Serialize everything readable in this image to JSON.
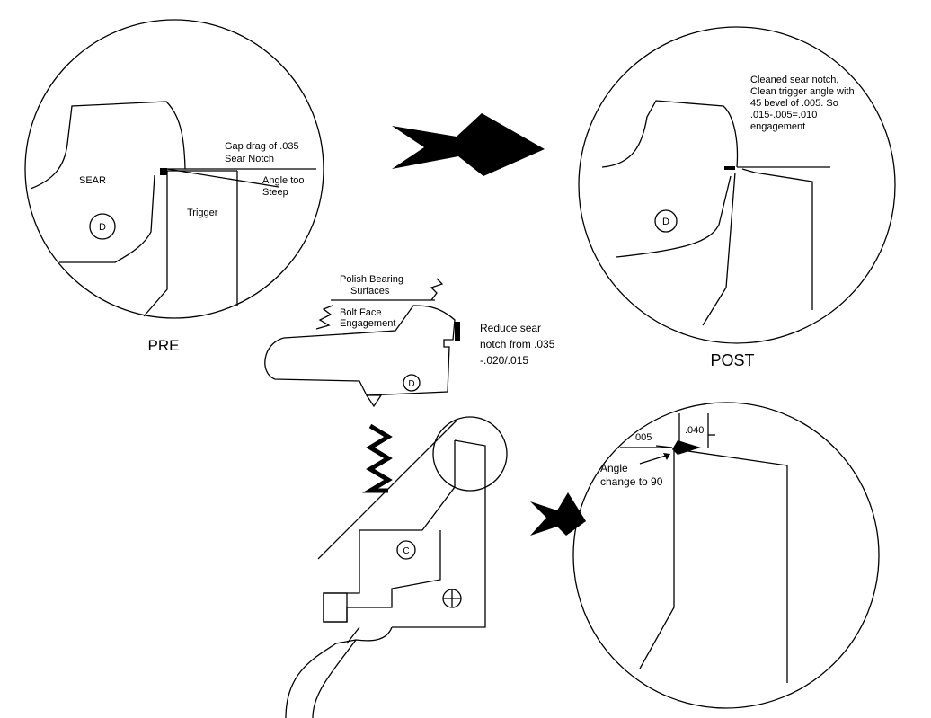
{
  "pre": {
    "title": "PRE",
    "sear_label": "SEAR",
    "trigger_label": "Trigger",
    "d_marker": "D",
    "gap_line1": "Gap drag of .035",
    "gap_line2": "Sear Notch",
    "angle_line1": "Angle too",
    "angle_line2": "Steep"
  },
  "post": {
    "title": "POST",
    "d_marker": "D",
    "note_lines": [
      "Cleaned sear notch,",
      "Clean trigger angle with",
      "45 bevel of .005. So",
      ".015-.005=.010",
      "engagement"
    ]
  },
  "center": {
    "polish_line1": "Polish Bearing",
    "polish_line2": "Surfaces",
    "bolt_line1": "Bolt Face",
    "bolt_line2": "Engagement",
    "reduce_lines": [
      "Reduce sear",
      "notch from .035",
      "-.020/.015"
    ],
    "sear_marker": "D",
    "trigger_marker": "C"
  },
  "detail": {
    "dim_005": ".005",
    "dim_040": ".040",
    "angle_line1": "Angle",
    "angle_line2": "change to 90"
  }
}
